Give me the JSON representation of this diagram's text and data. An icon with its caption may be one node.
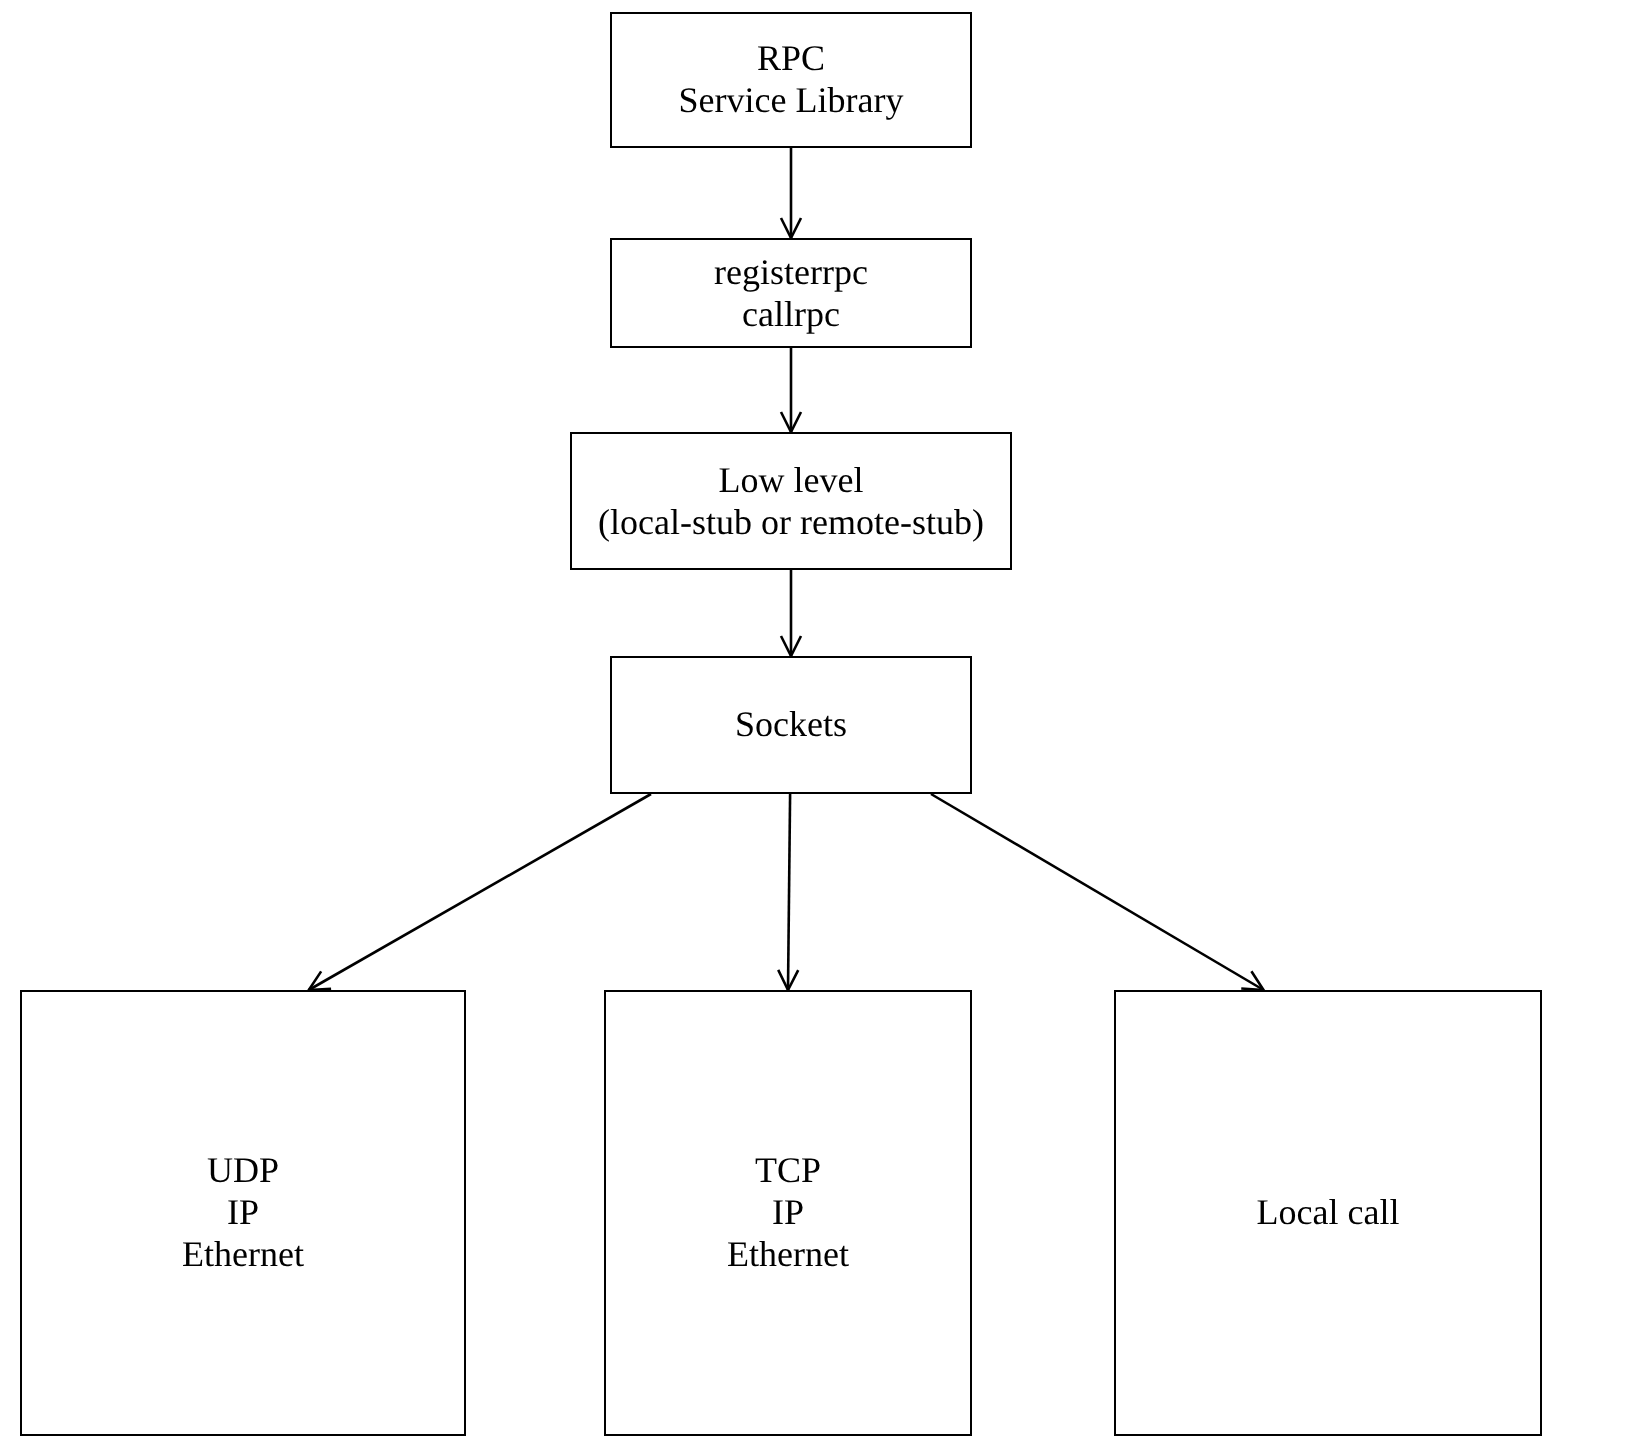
{
  "diagram": {
    "nodes": [
      {
        "text": [
          "RPC",
          "Service Library"
        ]
      },
      {
        "text": [
          "registerrpc",
          "callrpc"
        ]
      },
      {
        "text": [
          "Low level",
          "(local-stub or remote-stub)"
        ]
      },
      {
        "text": [
          "Sockets"
        ]
      },
      {
        "text": [
          "UDP",
          "IP",
          "Ethernet"
        ]
      },
      {
        "text": [
          "TCP",
          "IP",
          "Ethernet"
        ]
      },
      {
        "text": [
          "Local call"
        ]
      }
    ],
    "edges": [
      {
        "from": 0,
        "to": 1,
        "arrow": "to"
      },
      {
        "from": 1,
        "to": 2,
        "arrow": "to"
      },
      {
        "from": 2,
        "to": 3,
        "arrow": "to"
      },
      {
        "from": 3,
        "to": 4,
        "arrow": "to"
      },
      {
        "from": 3,
        "to": 5,
        "arrow": "to"
      },
      {
        "from": 3,
        "to": 6,
        "arrow": "to"
      }
    ]
  }
}
